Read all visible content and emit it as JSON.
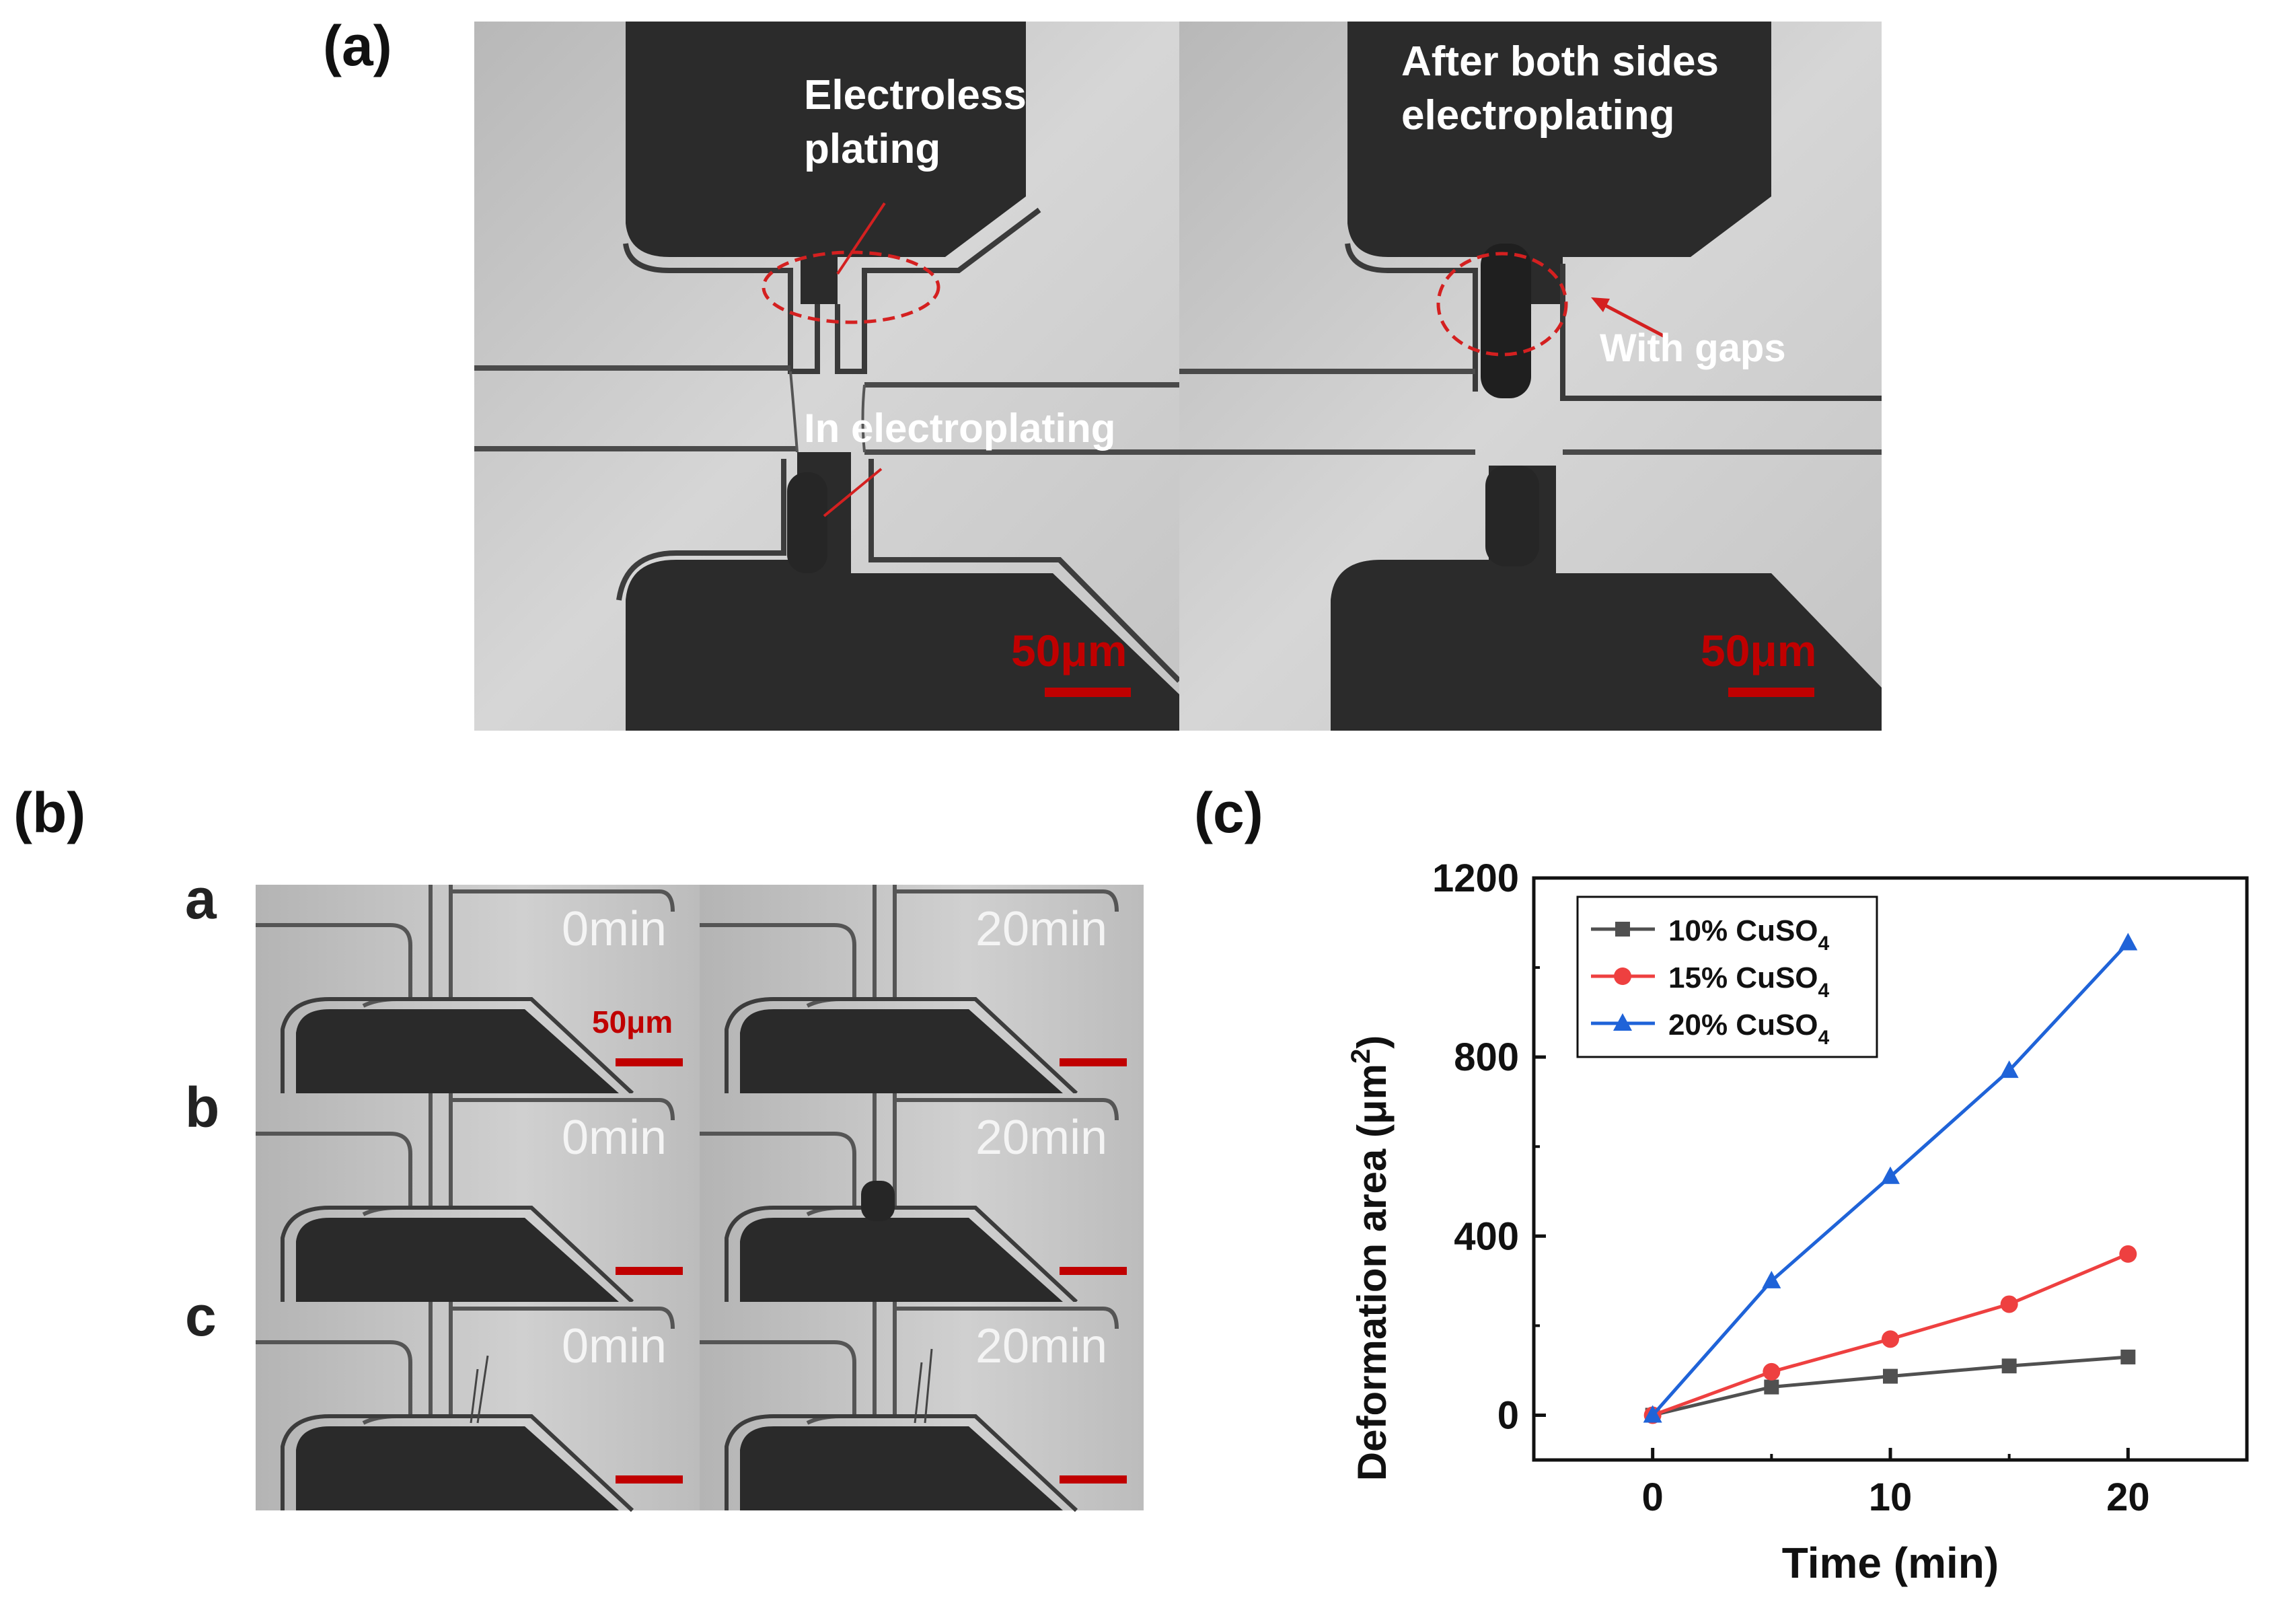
{
  "panels": {
    "a": "(a)",
    "b": "(b)",
    "c": "(c)"
  },
  "panel_a": {
    "left": {
      "label_top_line1": "Electroless",
      "label_top_line2": "plating",
      "label_mid": "In electroplating",
      "scale": "50μm"
    },
    "right": {
      "label_top_line1": "After both sides",
      "label_top_line2": "electroplating",
      "label_gap": "With gaps",
      "scale": "50μm"
    }
  },
  "panel_b": {
    "row_labels": [
      "a",
      "b",
      "c"
    ],
    "time_labels": [
      "0min",
      "20min"
    ],
    "scale": "50μm"
  },
  "colors": {
    "scale_red": "#c00000",
    "series_10": "#505050",
    "series_15": "#ee4040",
    "series_20": "#1f63d8",
    "annotation_red": "#d42020"
  },
  "chart_data": {
    "type": "line",
    "xlabel": "Time (min)",
    "ylabel": "Deformation area (μm²)",
    "ylabel_parts": {
      "main": "Deformation area (μm",
      "sup": "2",
      "end": ")"
    },
    "xlim": [
      -5,
      25
    ],
    "ylim": [
      -100,
      1200
    ],
    "xticks": [
      0,
      10,
      20
    ],
    "yticks": [
      0,
      400,
      800,
      1200
    ],
    "legend_position": "top-left",
    "grid": false,
    "x": [
      0,
      5,
      10,
      15,
      20
    ],
    "series": [
      {
        "name": "10% CuSO4",
        "label_main": "10% CuSO",
        "label_sub": "4",
        "marker": "square",
        "color": "#505050",
        "values": [
          0,
          63,
          87,
          110,
          130
        ]
      },
      {
        "name": "15% CuSO4",
        "label_main": "15% CuSO",
        "label_sub": "4",
        "marker": "circle",
        "color": "#ee4040",
        "values": [
          0,
          97,
          170,
          248,
          360
        ]
      },
      {
        "name": "20% CuSO4",
        "label_main": "20% CuSO",
        "label_sub": "4",
        "marker": "triangle",
        "color": "#1f63d8",
        "values": [
          0,
          300,
          533,
          770,
          1055
        ]
      }
    ]
  }
}
